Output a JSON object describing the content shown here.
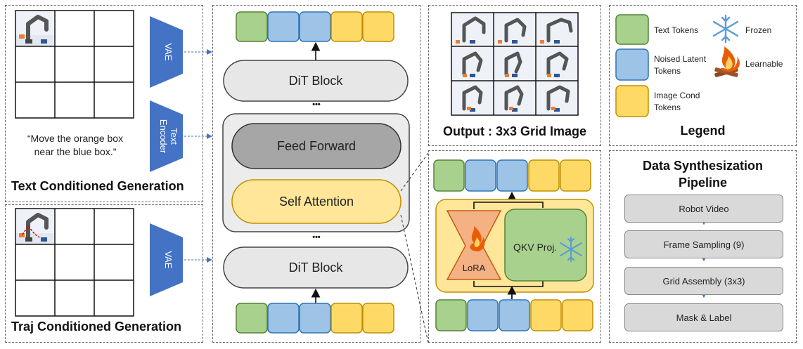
{
  "text_cond": {
    "prompt_line1": "“Move the orange box",
    "prompt_line2": "near the blue box.”",
    "caption": "Text Conditioned Generation"
  },
  "traj_cond": {
    "caption": "Traj Conditioned Generation"
  },
  "encoders": {
    "vae_top": "VAE",
    "text_encoder_line1": "Text",
    "text_encoder_line2": "Encoder",
    "vae_bottom": "VAE"
  },
  "dit": {
    "top_block": "DiT Block",
    "feed_forward": "Feed Forward",
    "self_attention": "Self Attention",
    "bottom_block": "DiT Block",
    "ellipsis": "•••"
  },
  "output": {
    "caption": "Output : 3x3 Grid Image"
  },
  "attention_detail": {
    "lora": "LoRA",
    "qkv": "QKV Proj."
  },
  "legend": {
    "title": "Legend",
    "text_tokens": "Text Tokens",
    "noised_line1": "Noised Latent",
    "noised_line2": "Tokens",
    "image_cond_line1": "Image Cond",
    "image_cond_line2": "Tokens",
    "frozen": "Frozen",
    "learnable": "Learnable"
  },
  "pipeline": {
    "title_line1": "Data Synthesization",
    "title_line2": "Pipeline",
    "steps": [
      "Robot Video",
      "Frame Sampling (9)",
      "Grid Assembly (3x3)",
      "Mask & Label"
    ]
  },
  "colors": {
    "text_token": "#a9d18e",
    "noised_token": "#9dc3e6",
    "image_cond_token": "#ffd966",
    "encoder": "#4472c4",
    "attention": "#ffe699",
    "feed_forward": "#a6a6a6",
    "lora": "#f4b183",
    "qkv": "#a9d18e",
    "frozen_icon": "#5b9bd5",
    "learnable_icon": "#e85d04"
  }
}
